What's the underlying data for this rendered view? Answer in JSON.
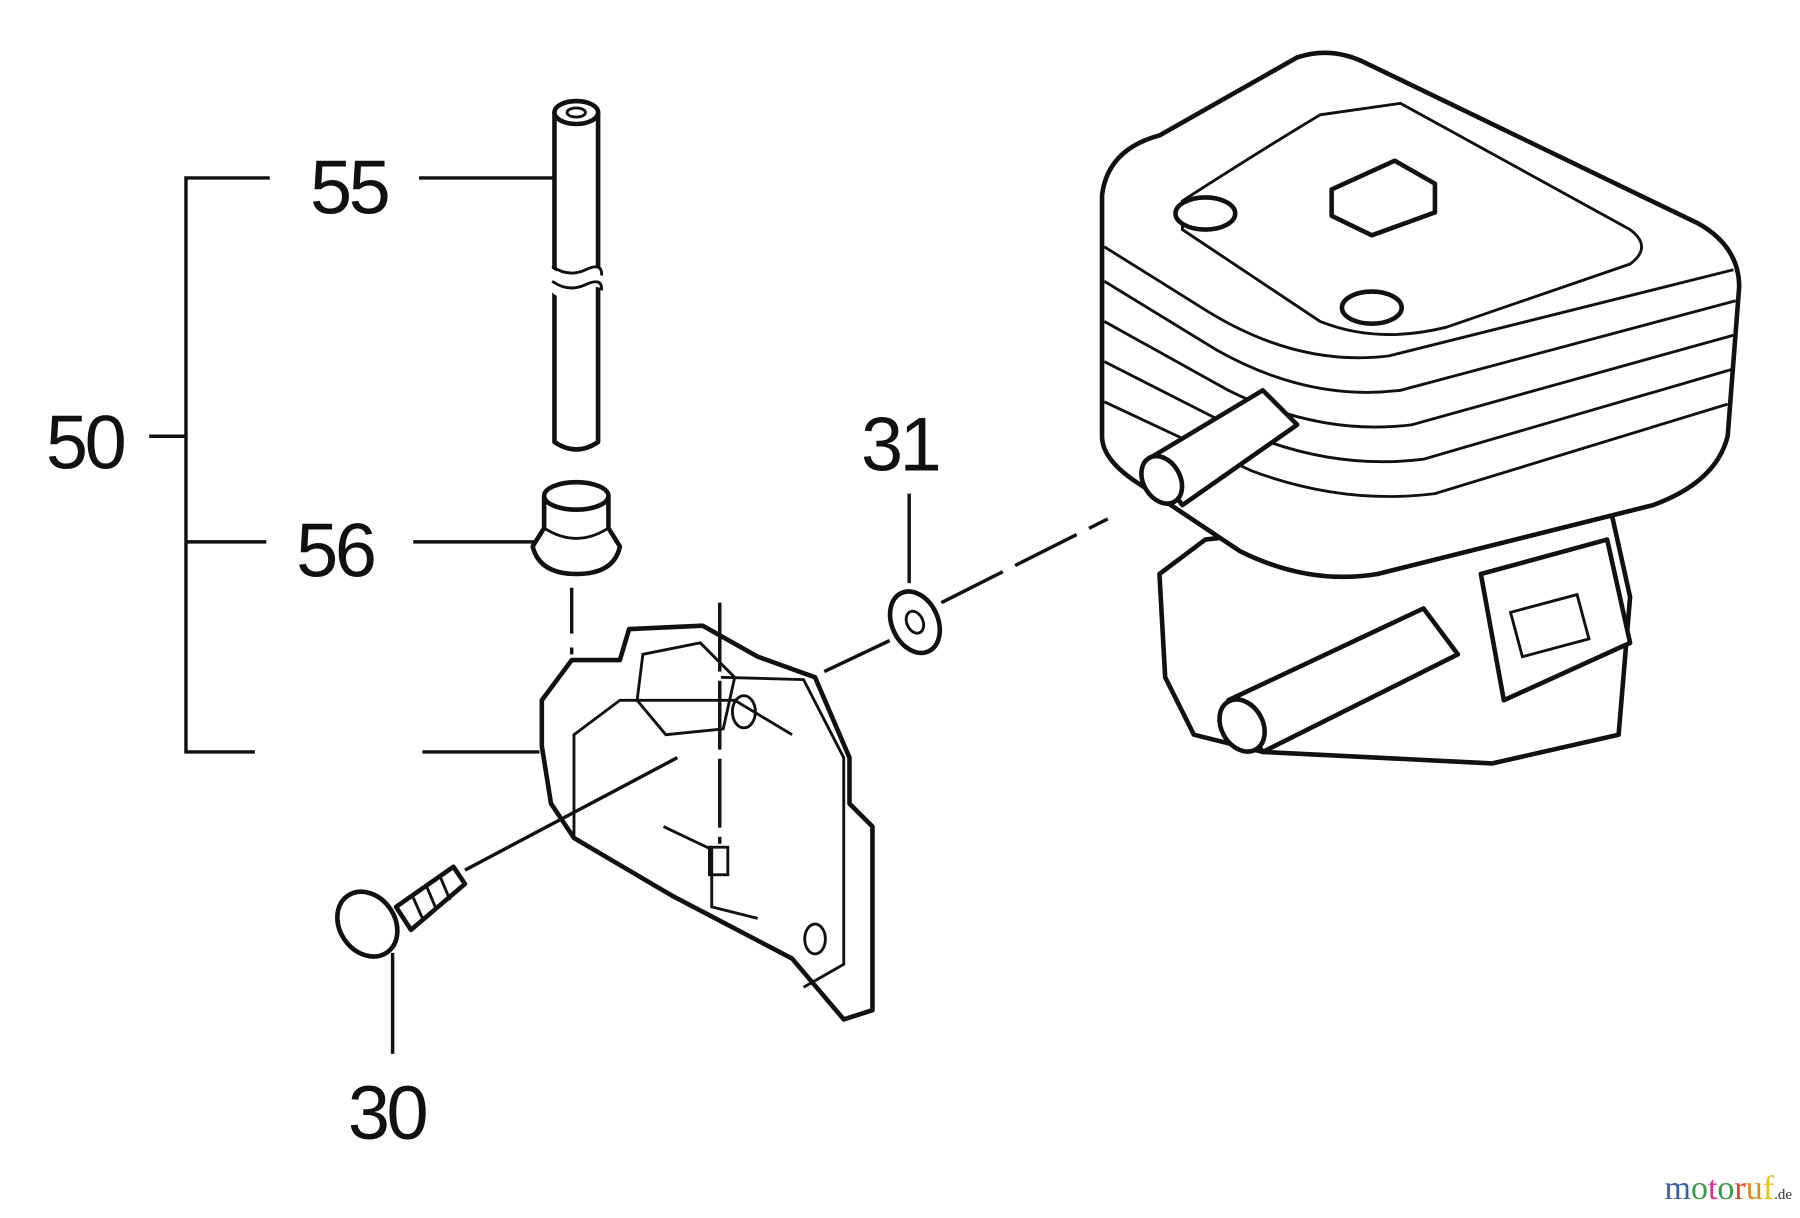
{
  "diagram": {
    "callouts": [
      {
        "id": "50",
        "label": "50"
      },
      {
        "id": "55",
        "label": "55"
      },
      {
        "id": "56",
        "label": "56"
      },
      {
        "id": "31",
        "label": "31"
      },
      {
        "id": "30",
        "label": "30"
      }
    ]
  },
  "watermark": {
    "text": "motoruf",
    "suffix": ".de",
    "colors": [
      "#3a5ea8",
      "#3a9a48",
      "#d9368f",
      "#3a9a48",
      "#d9472b",
      "#e08a1e",
      "#e6c21e"
    ]
  }
}
